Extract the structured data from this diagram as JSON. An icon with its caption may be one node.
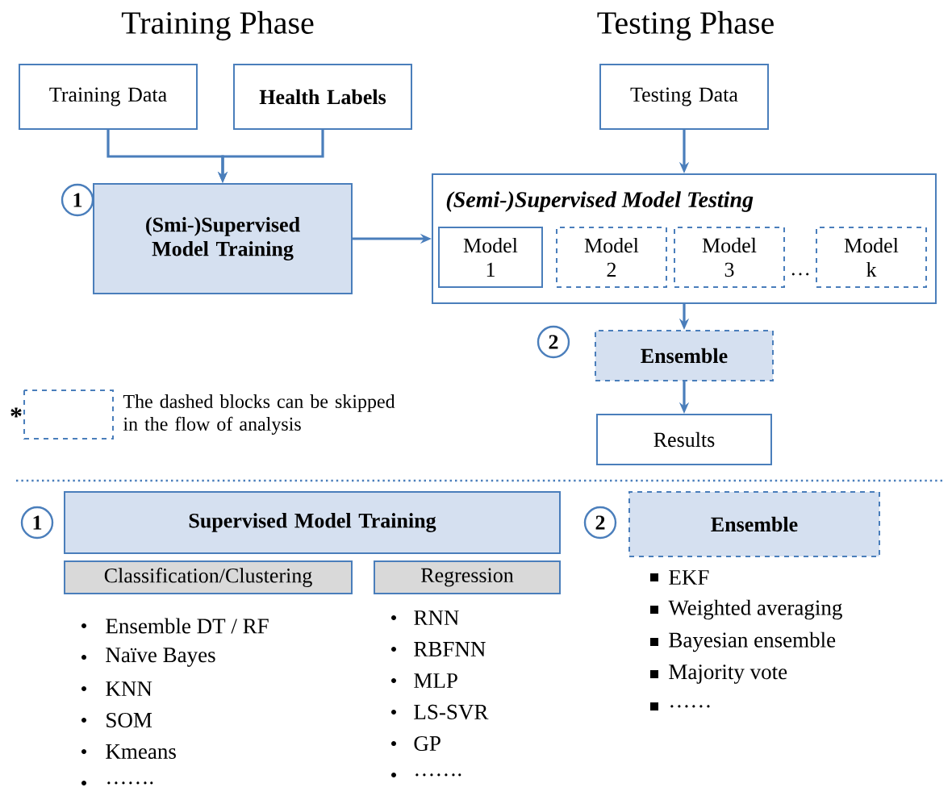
{
  "diagram": {
    "nodes": [
      {
        "text": [
          "Training Data"
        ]
      },
      {
        "text": [
          "Health Labels"
        ]
      },
      {
        "text": [
          "(Smi-)Supervised Model Training"
        ]
      },
      {
        "text": [
          "1"
        ]
      },
      {
        "text": [
          "Testing Data"
        ]
      },
      {
        "text": [
          "(Semi-)Supervised Model Testing",
          "…"
        ]
      },
      {
        "text": [
          "Model 1"
        ],
        "in": 5
      },
      {
        "text": [
          "Model 2"
        ],
        "in": 5
      },
      {
        "text": [
          "Model 3"
        ],
        "in": 5
      },
      {
        "text": [
          "Model k"
        ],
        "in": 5
      },
      {
        "text": [
          "2"
        ]
      },
      {
        "text": [
          "Ensemble"
        ]
      },
      {
        "text": [
          "Results"
        ]
      },
      {
        "text": [
          "1"
        ]
      },
      {
        "text": [
          "Supervised Model Training"
        ]
      },
      {
        "text": [
          "Classification/Clustering"
        ]
      },
      {
        "text": [
          "Regression"
        ]
      },
      {
        "text": [
          "2"
        ]
      },
      {
        "text": [
          "Ensemble"
        ]
      }
    ],
    "edges": [
      {
        "from": 0,
        "to": 2,
        "arrow": "to"
      },
      {
        "from": 1,
        "to": 2,
        "arrow": "to"
      },
      {
        "from": 2,
        "to": 5,
        "arrow": "to"
      },
      {
        "from": 4,
        "to": 5,
        "arrow": "to"
      },
      {
        "from": 5,
        "to": 11,
        "arrow": "to"
      },
      {
        "from": 11,
        "to": 12,
        "arrow": "to"
      }
    ],
    "labels": [
      "Training Phase",
      "Testing Phase",
      "*",
      "Ensemble DT / RF",
      "Naïve Bayes",
      "KNN",
      "SOM",
      "Kmeans",
      "…….",
      "RNN",
      "RBFNN",
      "MLP",
      "LS-SVR",
      "GP",
      "…….",
      "EKF",
      "Weighted averaging",
      "Bayesian ensemble",
      "Majority vote",
      "……"
    ],
    "legend": [
      {
        "text": "The dashed blocks can be skipped in the flow of analysis"
      }
    ]
  }
}
